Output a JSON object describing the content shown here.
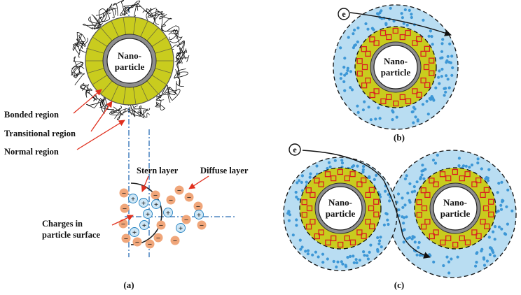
{
  "colors": {
    "shell_green": "#c9cc1e",
    "shell_border": "#6b6b6b",
    "diffuse_blue": "#b9ddf2",
    "dot_blue": "#3d97d6",
    "square_red": "#d92020",
    "negative_orange": "#f0a67a",
    "positive_blue": "#cfe7f6",
    "positive_stroke": "#1f7fbf",
    "axis_blue": "#2a6db5",
    "arrow_red": "#e0301e"
  },
  "panel_a": {
    "particle_label_line1": "Nano-",
    "particle_label_line2": "particle",
    "bonded_label": "Bonded region",
    "transitional_label": "Transitional region",
    "normal_label": "Normal region",
    "stern_label": "Stern layer",
    "diffuse_label": "Diffuse layer",
    "charges_label_line1": "Charges in",
    "charges_label_line2": "particle surface",
    "caption": "(a)",
    "positive_symbol": "+",
    "negative_symbol": "−"
  },
  "panel_b": {
    "electron_label": "e",
    "particle_label_line1": "Nano-",
    "particle_label_line2": "particle",
    "caption": "(b)"
  },
  "panel_c": {
    "electron_label": "e",
    "left_particle_line1": "Nano-",
    "left_particle_line2": "particle",
    "right_particle_line1": "Nano-",
    "right_particle_line2": "particle",
    "caption": "(c)"
  }
}
